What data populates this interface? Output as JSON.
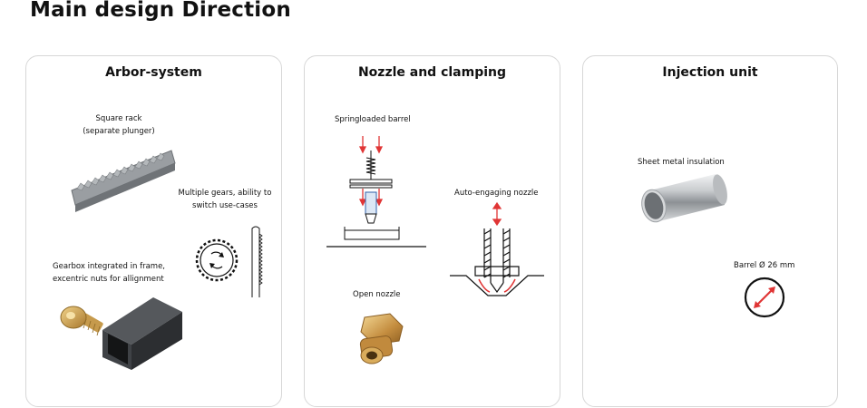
{
  "page_title": "Main design Direction",
  "colors": {
    "accent_red": "#e03535",
    "card_border": "#d7d7d7",
    "brass": "#c99a45",
    "steel": "#8b8f93"
  },
  "cards": [
    {
      "title": "Arbor-system",
      "labels": {
        "square_rack": "Square rack",
        "square_rack_sub": "(separate plunger)",
        "multiple_gears": "Multiple gears, ability to",
        "multiple_gears_sub": "switch use-cases",
        "gearbox": "Gearbox integrated in frame,",
        "gearbox_sub": "excentric nuts for allignment"
      }
    },
    {
      "title": "Nozzle and clamping",
      "labels": {
        "springloaded": "Springloaded barrel",
        "auto_engaging": "Auto-engaging nozzle",
        "open_nozzle": "Open nozzle"
      }
    },
    {
      "title": "Injection unit",
      "labels": {
        "insulation": "Sheet metal insulation",
        "barrel": "Barrel Ø 26 mm"
      }
    }
  ]
}
